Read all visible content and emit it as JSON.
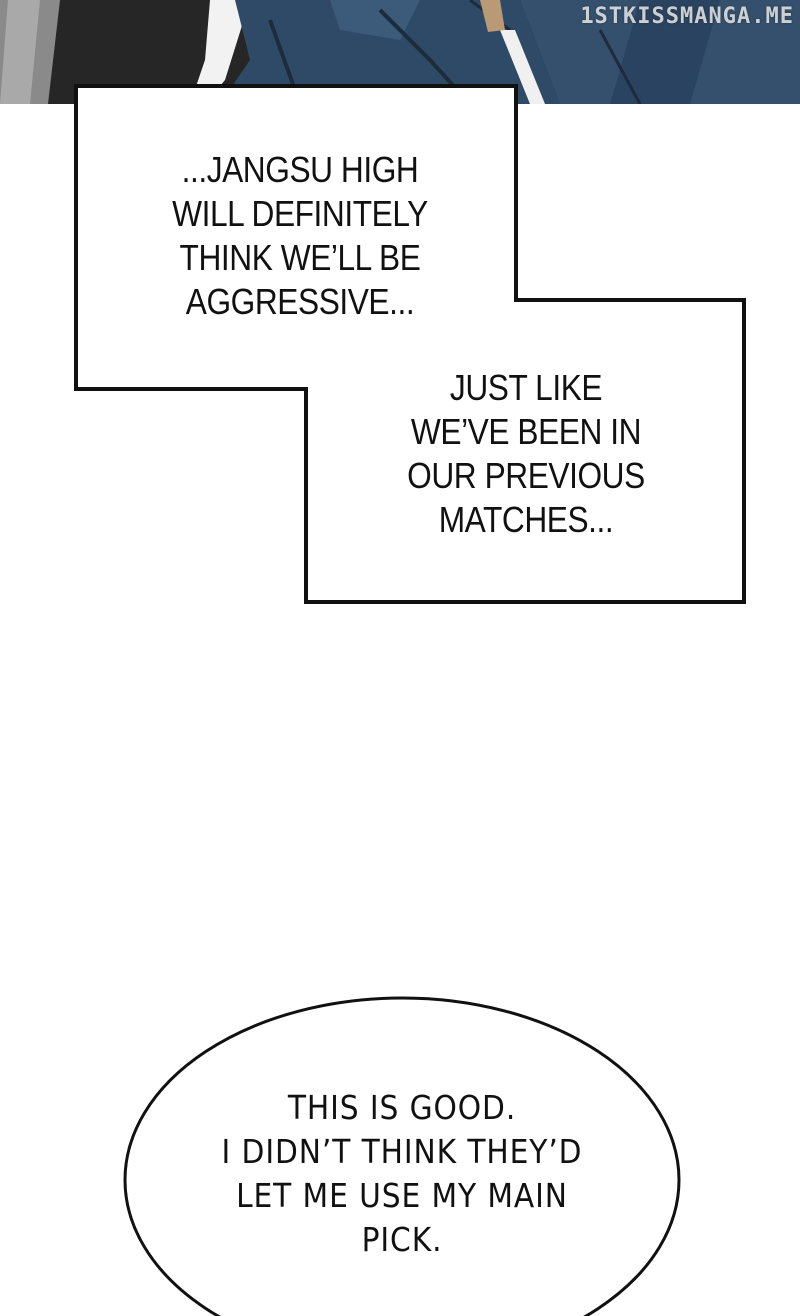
{
  "watermark": "1STKISSMANGA.ME",
  "narration": {
    "box_a_lines": [
      "...JANGSU HIGH",
      "WILL DEFINITELY",
      "THINK WE’LL BE",
      "AGGRESSIVE..."
    ],
    "box_b_lines": [
      "JUST LIKE",
      "WE’VE BEEN IN",
      "OUR PREVIOUS",
      "MATCHES..."
    ]
  },
  "speech_bubble": {
    "lines": [
      "THIS IS GOOD.",
      "I DIDN’T THINK THEY’D",
      "LET ME USE MY MAIN",
      "PICK."
    ]
  },
  "colors": {
    "panel_background": "#ffffff",
    "ink": "#111111",
    "jacket_blue": "#2f4a66"
  }
}
